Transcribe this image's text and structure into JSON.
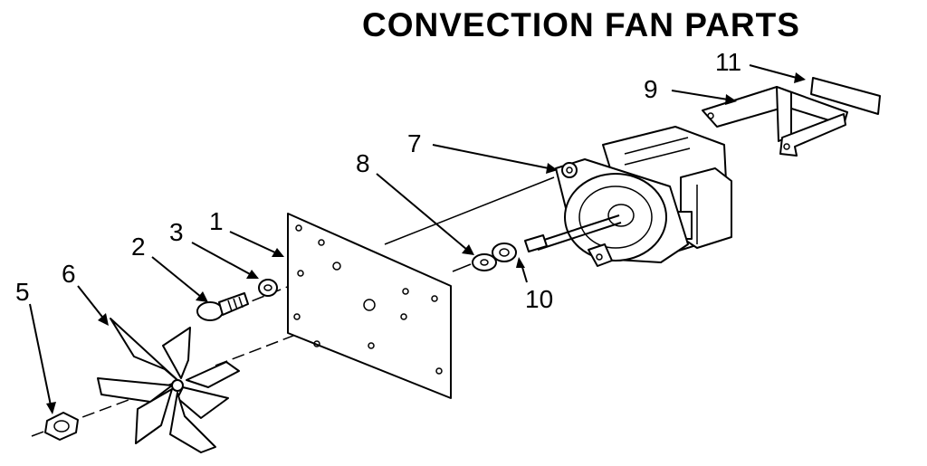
{
  "title": "CONVECTION FAN PARTS",
  "callouts": [
    {
      "id": "1",
      "label": "1"
    },
    {
      "id": "2",
      "label": "2"
    },
    {
      "id": "3",
      "label": "3"
    },
    {
      "id": "5",
      "label": "5"
    },
    {
      "id": "6",
      "label": "6"
    },
    {
      "id": "7",
      "label": "7"
    },
    {
      "id": "8",
      "label": "8"
    },
    {
      "id": "9",
      "label": "9"
    },
    {
      "id": "10",
      "label": "10"
    },
    {
      "id": "11",
      "label": "11"
    }
  ]
}
